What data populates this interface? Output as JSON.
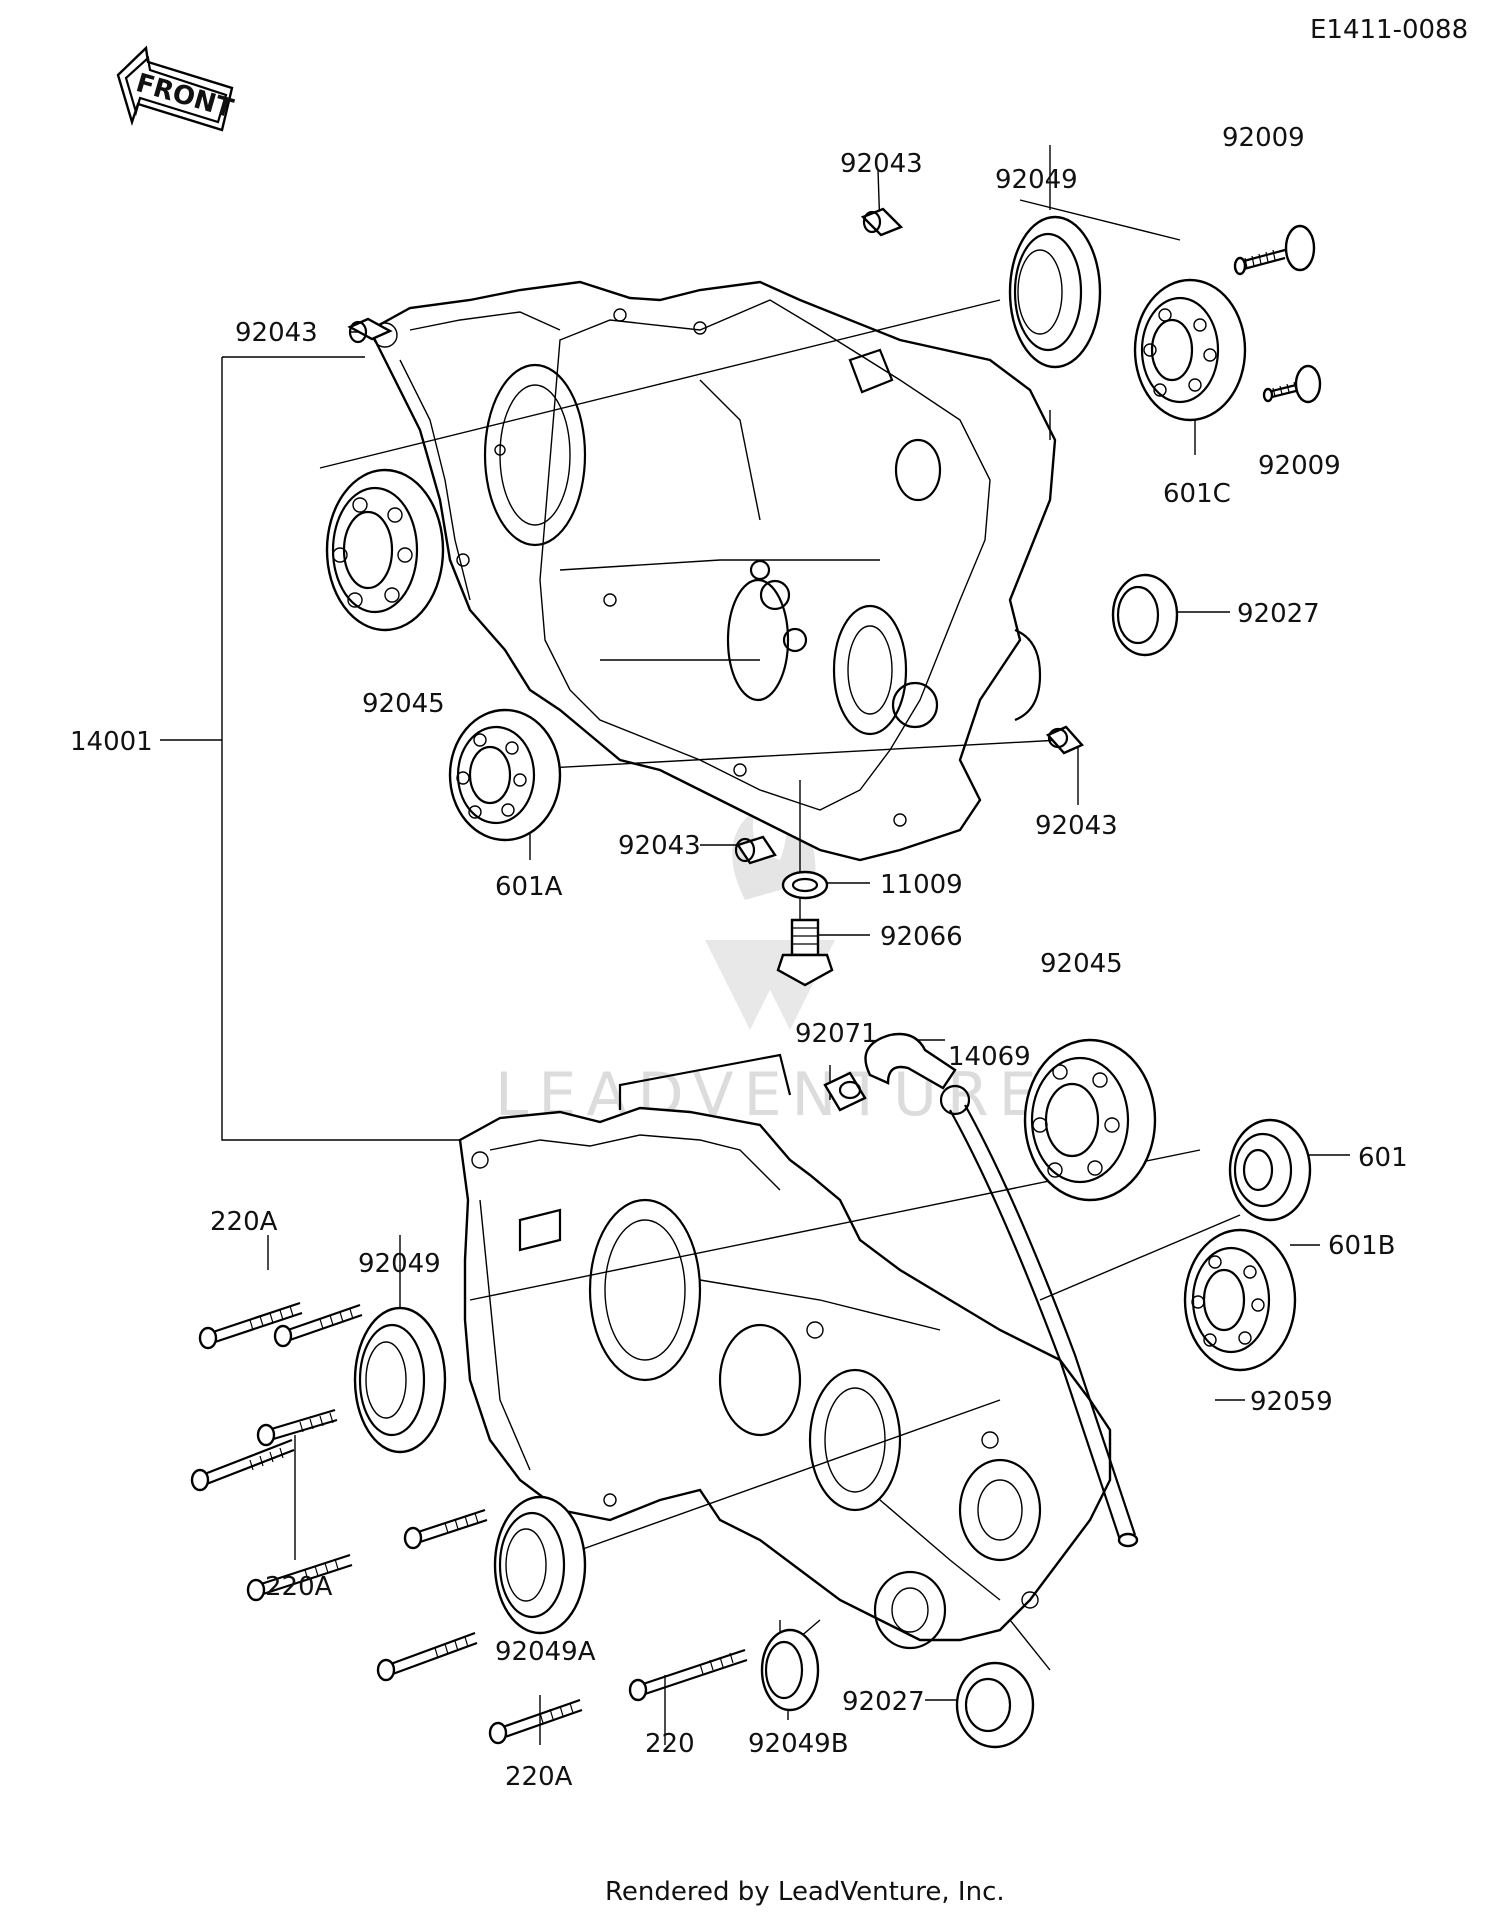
{
  "diagram_code": "E1411-0088",
  "front_label": "FRONT",
  "watermark": "LEADVENTURE",
  "footer": "Rendered by LeadVenture, Inc.",
  "callouts": [
    {
      "id": "92043-top",
      "text": "92043"
    },
    {
      "id": "92049-top",
      "text": "92049"
    },
    {
      "id": "92009-top",
      "text": "92009"
    },
    {
      "id": "92043-left",
      "text": "92043"
    },
    {
      "id": "92009-mid",
      "text": "92009"
    },
    {
      "id": "601C",
      "text": "601C"
    },
    {
      "id": "92027-right",
      "text": "92027"
    },
    {
      "id": "92045-left",
      "text": "92045"
    },
    {
      "id": "14001",
      "text": "14001"
    },
    {
      "id": "92043-right",
      "text": "92043"
    },
    {
      "id": "92043-center",
      "text": "92043"
    },
    {
      "id": "11009",
      "text": "11009"
    },
    {
      "id": "601A",
      "text": "601A"
    },
    {
      "id": "92066",
      "text": "92066"
    },
    {
      "id": "92045-right",
      "text": "92045"
    },
    {
      "id": "92071",
      "text": "92071"
    },
    {
      "id": "14069",
      "text": "14069"
    },
    {
      "id": "601",
      "text": "601"
    },
    {
      "id": "220A-top",
      "text": "220A"
    },
    {
      "id": "92049-left",
      "text": "92049"
    },
    {
      "id": "601B",
      "text": "601B"
    },
    {
      "id": "92059",
      "text": "92059"
    },
    {
      "id": "220A-mid",
      "text": "220A"
    },
    {
      "id": "92049A",
      "text": "92049A"
    },
    {
      "id": "92027-bottom",
      "text": "92027"
    },
    {
      "id": "220",
      "text": "220"
    },
    {
      "id": "92049B",
      "text": "92049B"
    },
    {
      "id": "220A-bottom",
      "text": "220A"
    }
  ]
}
